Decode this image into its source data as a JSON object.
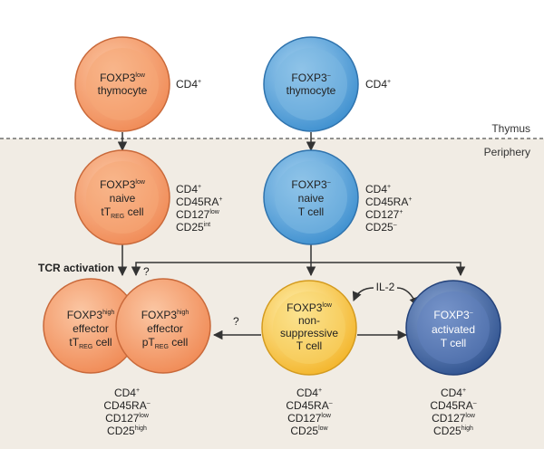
{
  "regions": {
    "thymus": "Thymus",
    "periphery": "Periphery"
  },
  "colors": {
    "periphery_bg": "#f1ece4",
    "orange": "#f39a67",
    "blue": "#5aa4d8",
    "yellow": "#f6c342",
    "darkblue": "#3f63a6",
    "arrow": "#333333"
  },
  "cells": {
    "foxp3low_thymocyte": {
      "line1": "FOXP3",
      "line1_sup": "low",
      "line2": "thymocyte"
    },
    "foxp3neg_thymocyte": {
      "line1": "FOXP3",
      "line1_sup": "–",
      "line2": "thymocyte"
    },
    "naive_ttreg": {
      "line1": "FOXP3",
      "line1_sup": "low",
      "line2": "naive",
      "line3": "tT",
      "line3_sub": "REG",
      "line3_tail": " cell"
    },
    "naive_tcell": {
      "line1": "FOXP3",
      "line1_sup": "–",
      "line2": "naive",
      "line3": "T cell"
    },
    "effector_ttreg": {
      "line1": "FOXP3",
      "line1_sup": "high",
      "line2": "effector",
      "line3": "tT",
      "line3_sub": "REG",
      "line3_tail": " cell"
    },
    "effector_ptreg": {
      "line1": "FOXP3",
      "line1_sup": "high",
      "line2": "effector",
      "line3": "pT",
      "line3_sub": "REG",
      "line3_tail": " cell"
    },
    "nonsuppressive": {
      "line1": "FOXP3",
      "line1_sup": "low",
      "line2": "non-",
      "line3": "suppressive",
      "line4": "T cell"
    },
    "activated": {
      "line1": "FOXP3",
      "line1_sup": "–",
      "line2": "activated",
      "line3": "T cell"
    }
  },
  "markers": {
    "thymocyte_low": [
      {
        "base": "CD4",
        "sup": "+"
      }
    ],
    "thymocyte_neg": [
      {
        "base": "CD4",
        "sup": "+"
      }
    ],
    "naive_ttreg": [
      {
        "base": "CD4",
        "sup": "+"
      },
      {
        "base": "CD45RA",
        "sup": "+"
      },
      {
        "base": "CD127",
        "sup": "low"
      },
      {
        "base": "CD25",
        "sup": "int"
      }
    ],
    "naive_tcell": [
      {
        "base": "CD4",
        "sup": "+"
      },
      {
        "base": "CD45RA",
        "sup": "+"
      },
      {
        "base": "CD127",
        "sup": "+"
      },
      {
        "base": "CD25",
        "sup": "–"
      }
    ],
    "effector": [
      {
        "base": "CD4",
        "sup": "+"
      },
      {
        "base": "CD45RA",
        "sup": "–"
      },
      {
        "base": "CD127",
        "sup": "low"
      },
      {
        "base": "CD25",
        "sup": "high"
      }
    ],
    "nonsuppressive": [
      {
        "base": "CD4",
        "sup": "+"
      },
      {
        "base": "CD45RA",
        "sup": "–"
      },
      {
        "base": "CD127",
        "sup": "low"
      },
      {
        "base": "CD25",
        "sup": "low"
      }
    ],
    "activated": [
      {
        "base": "CD4",
        "sup": "+"
      },
      {
        "base": "CD45RA",
        "sup": "–"
      },
      {
        "base": "CD127",
        "sup": "low"
      },
      {
        "base": "CD25",
        "sup": "high"
      }
    ]
  },
  "labels": {
    "tcr_activation": "TCR activation",
    "question_top": "?",
    "question_mid": "?",
    "il2": "IL-2"
  }
}
